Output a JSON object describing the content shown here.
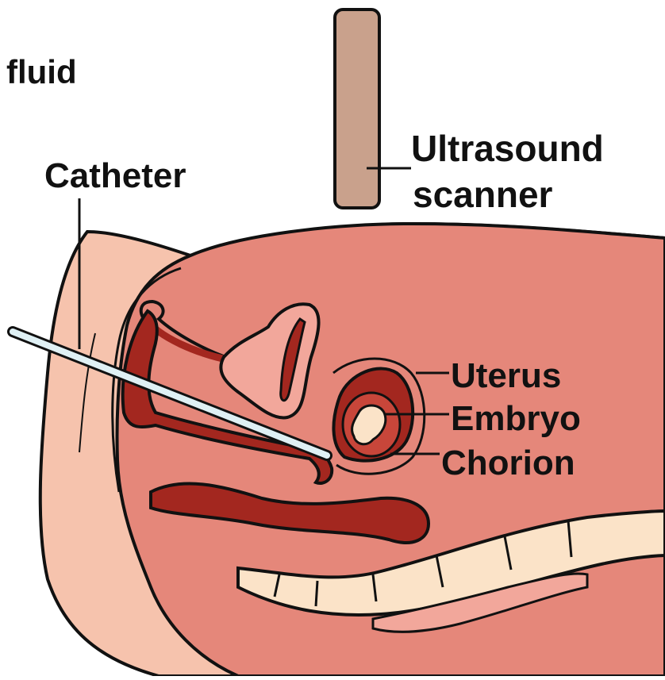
{
  "labels": {
    "fluid": "fluid",
    "catheter": "Catheter",
    "ultrasound_line1": "Ultrasound",
    "ultrasound_line2": "scanner",
    "uterus": "Uterus",
    "embryo": "Embryo",
    "chorion": "Chorion"
  },
  "colors": {
    "skin_light": "#f6c3ad",
    "body_pink": "#e5877a",
    "organ_red": "#a3271f",
    "embryo_cream": "#fbe3c8",
    "scanner_tan": "#c9a18c",
    "catheter_fill": "#dff0f4",
    "outline": "#111111"
  }
}
